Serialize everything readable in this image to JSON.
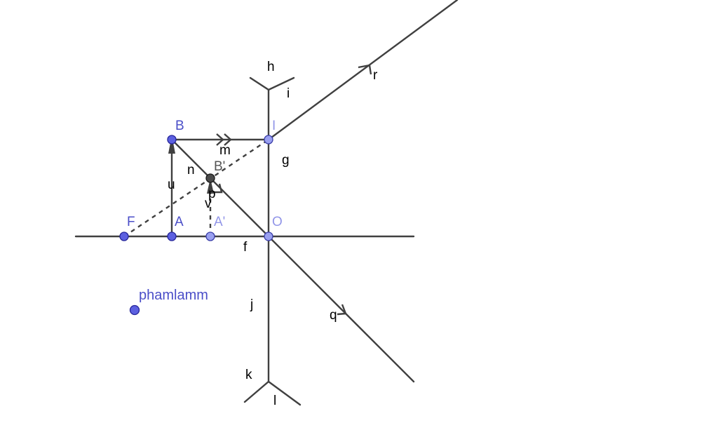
{
  "colors": {
    "line": "#404040",
    "point_blue": "#5c60e0",
    "point_light": "#9aa0f0",
    "point_dark": "#4a4a4a",
    "label_blue": "#4a4ec8",
    "label_light": "#9296e8"
  },
  "points": {
    "F": "F",
    "A": "A",
    "A_prime": "A'",
    "O": "O",
    "B": "B",
    "B_prime": "B'",
    "I": "I"
  },
  "segments": {
    "h": "h",
    "i": "i",
    "g": "g",
    "m": "m",
    "n": "n",
    "u": "u",
    "p": "p",
    "v": "v",
    "f": "f",
    "j": "j",
    "k": "k",
    "l": "l",
    "q": "q",
    "r": "r"
  },
  "free_point_label": "phamlamm"
}
